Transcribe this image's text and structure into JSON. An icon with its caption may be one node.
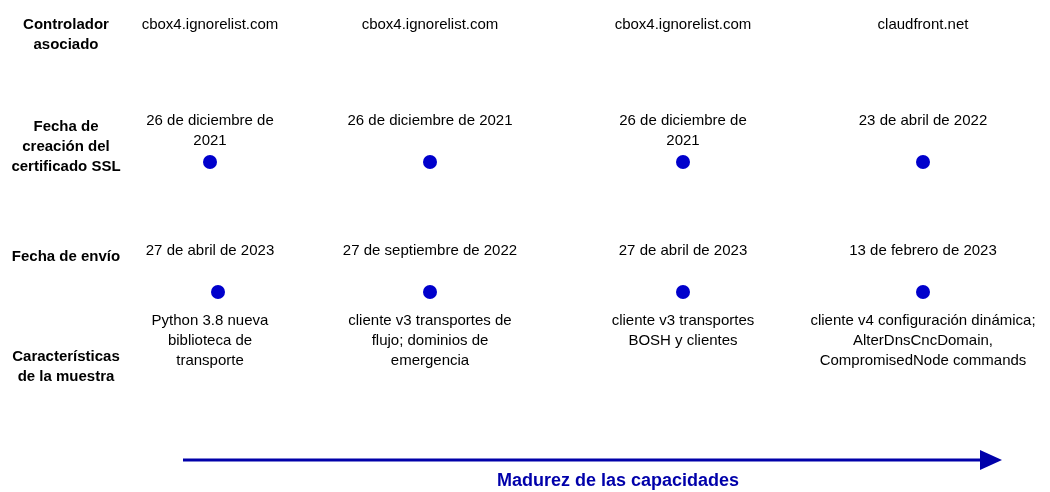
{
  "diagram": {
    "labels": [
      "Controlador asociado",
      "cbox4.ignorelist.com",
      "cbox4.ignorelist.com",
      "cbox4.ignorelist.com",
      "claudfront.net",
      "Fecha de creación del certificado SSL",
      "26 de diciembre de 2021",
      "26 de diciembre de 2021",
      "26 de diciembre de 2021",
      "23 de abril de 2022",
      "Fecha de envío",
      "27 de abril de 2023",
      "27 de septiembre de 2022",
      "27 de abril de 2023",
      "13 de febrero de 2023",
      "Características de la muestra",
      "Python 3.8 nueva biblioteca de transporte",
      "cliente v3 transportes de flujo; dominios de emergencia",
      "cliente v3 transportes BOSH y clientes",
      "cliente v4 configuración dinámica; AlterDnsCncDomain, CompromisedNode commands",
      "Madurez de las capacidades"
    ]
  }
}
